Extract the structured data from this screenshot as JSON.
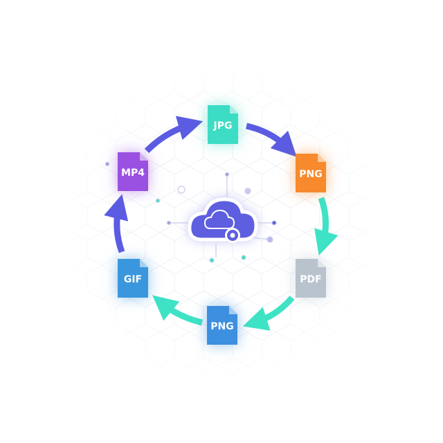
{
  "colors": {
    "purple": "#5b5ce2",
    "teal": "#3ee3c6",
    "cloud": "#5e5ee0"
  },
  "files": [
    {
      "id": "jpg",
      "label": "JPG",
      "color": "#3ddcc4"
    },
    {
      "id": "png-orange",
      "label": "PNG",
      "color": "#f78a2c"
    },
    {
      "id": "pdf",
      "label": "PDF",
      "color": "#b8c3ce"
    },
    {
      "id": "png-blue",
      "label": "PNG",
      "color": "#3d8fe0"
    },
    {
      "id": "gif",
      "label": "GIF",
      "color": "#3a97dd"
    },
    {
      "id": "mp4",
      "label": "MP4",
      "color": "#9a50e0"
    }
  ],
  "center": {
    "icon": "cloud-gear-icon"
  }
}
